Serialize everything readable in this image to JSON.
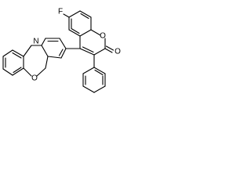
{
  "molecule": {
    "atom_labels": {
      "fluorine": "F",
      "carbonyl_oxygen": "O",
      "ring_oxygen_coumarin": "O",
      "pyridine_nitrogen": "N",
      "pyran_oxygen": "O"
    }
  }
}
